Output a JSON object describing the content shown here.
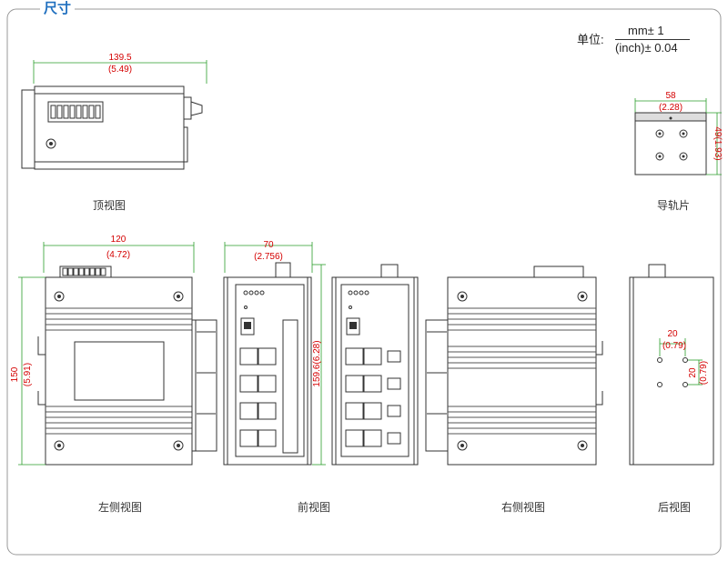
{
  "title": "尺寸",
  "unit": {
    "label": "单位:",
    "numerator": "mm± 1",
    "denominator": "(inch)± 0.04"
  },
  "views": {
    "top": "顶视图",
    "rail": "导轨片",
    "left": "左侧视图",
    "front": "前视图",
    "right": "右侧视图",
    "rear": "后视图"
  },
  "dims": {
    "top_width": "139.5",
    "top_width_in": "(5.49)",
    "rail_width": "58",
    "rail_width_in": "(2.28)",
    "rail_height": "49(1.93)",
    "left_width": "120",
    "left_width_in": "(4.72)",
    "left_height": "150",
    "left_height_in": "(5.91)",
    "front_width": "70",
    "front_width_in": "(2.756)",
    "front_height": "159.6(6.28)",
    "rear_h": "20",
    "rear_h_in": "(0.79)",
    "rear_v": "20",
    "rear_v_in": "(0.79)"
  },
  "colors": {
    "dim": "#d40000",
    "dimline": "#2a9d2a",
    "title": "#1f6fbf",
    "line": "#333333"
  }
}
